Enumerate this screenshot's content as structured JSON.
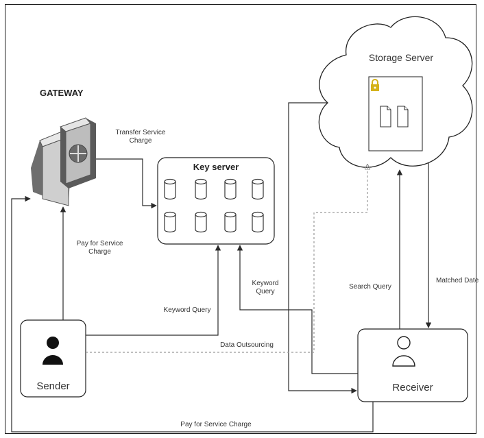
{
  "nodes": {
    "gateway": "GATEWAY",
    "key_server": "Key server",
    "storage_server": "Storage Server",
    "sender": "Sender",
    "receiver": "Receiver"
  },
  "edges": {
    "transfer_service_charge": [
      "Transfer Service",
      "Charge"
    ],
    "pay_for_service_charge_sender": [
      "Pay for Service",
      "Charge"
    ],
    "keyword_query_sender": "Keyword Query",
    "keyword_query_receiver": [
      "Keyword",
      "Query"
    ],
    "search_query": "Search  Query",
    "matched_data": "Matched Date",
    "data_outsourcing": "Data Outsourcing",
    "pay_for_service_charge_receiver": "Pay for Service Charge"
  },
  "colors": {
    "lock": "#d4b21a",
    "line": "#2a2a2a",
    "dotted": "#9a9a9a"
  }
}
